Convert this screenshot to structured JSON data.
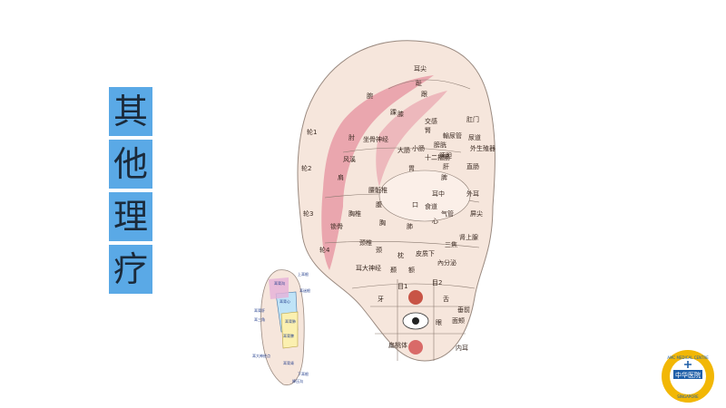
{
  "slide": {
    "title_chars": [
      "其",
      "他",
      "理",
      "疗"
    ]
  },
  "ear_chart": {
    "labels": [
      "耳尖",
      "趾",
      "跟",
      "踝",
      "腕",
      "肘",
      "膝",
      "坐骨神经",
      "交感",
      "肛门",
      "尿道",
      "外生殖器",
      "直肠",
      "輸尿管",
      "膀胱",
      "腎",
      "胰胆",
      "肝",
      "脾",
      "胃",
      "十二指肠",
      "小肠",
      "大肠",
      "口",
      "食道",
      "心",
      "肺",
      "气管",
      "三焦",
      "內分泌",
      "耳中",
      "外耳",
      "屏尖",
      "肾上腺",
      "颈椎",
      "胸椎",
      "腰骶椎",
      "颈",
      "胸",
      "腹",
      "枕",
      "颞",
      "额",
      "耳大神经",
      "皮质下",
      "轮1",
      "轮2",
      "轮3",
      "轮4",
      "眼",
      "面颊",
      "扁桃体",
      "舌",
      "牙",
      "内耳",
      "垂前",
      "目1",
      "目2",
      "锁骨",
      "肩",
      "风溪"
    ]
  },
  "back_chart": {
    "labels": [
      "上耳根",
      "耳迷根",
      "耳背沟",
      "耳背心",
      "耳背肺",
      "耳背脾",
      "耳背肝",
      "耳背肾",
      "下耳根",
      "耳三角",
      "耳大神经点",
      "降压沟"
    ]
  },
  "logo": {
    "center_text": "中华医院",
    "ring_top": "AMC MEDICAL CENTRE",
    "ring_bottom": "SINGAPORE"
  },
  "colors": {
    "title_bg": "#5aa9e6",
    "ear_pink": "#e89aa6",
    "ear_skin": "#f6e6dc",
    "logo_gold": "#f2b705",
    "logo_blue": "#1f5fa8"
  }
}
